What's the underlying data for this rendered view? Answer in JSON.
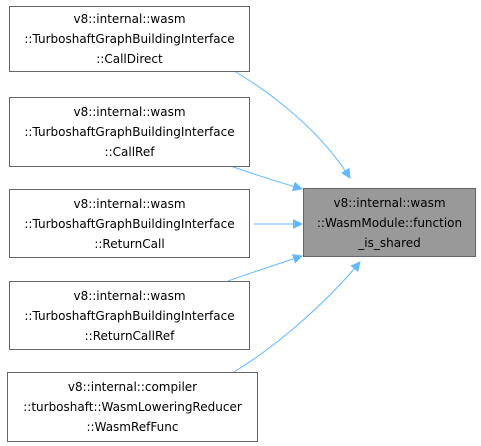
{
  "diagram": {
    "edge_color": "#63b8ff",
    "target": {
      "lines": [
        "v8::internal::wasm",
        "::WasmModule::function",
        "_is_shared"
      ],
      "fill": "#999999"
    },
    "callers": [
      {
        "lines": [
          "v8::internal::wasm",
          "::TurboshaftGraphBuildingInterface",
          "::CallDirect"
        ]
      },
      {
        "lines": [
          "v8::internal::wasm",
          "::TurboshaftGraphBuildingInterface",
          "::CallRef"
        ]
      },
      {
        "lines": [
          "v8::internal::wasm",
          "::TurboshaftGraphBuildingInterface",
          "::ReturnCall"
        ]
      },
      {
        "lines": [
          "v8::internal::wasm",
          "::TurboshaftGraphBuildingInterface",
          "::ReturnCallRef"
        ]
      },
      {
        "lines": [
          "v8::internal::compiler",
          "::turboshaft::WasmLoweringReducer",
          "::WasmRefFunc"
        ]
      }
    ]
  }
}
